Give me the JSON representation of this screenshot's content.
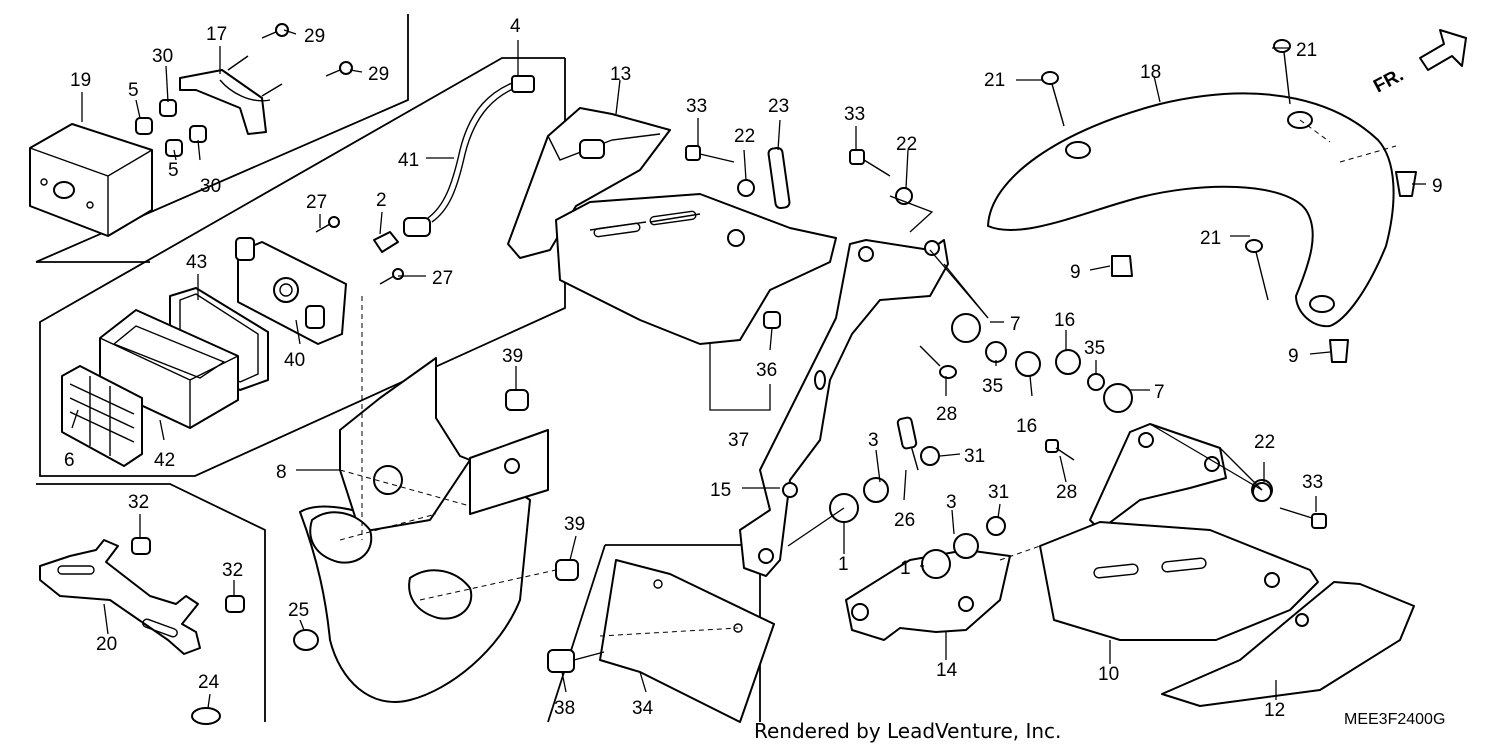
{
  "callouts": [
    {
      "id": "c19",
      "label": "19"
    },
    {
      "id": "c17",
      "label": "17"
    },
    {
      "id": "c29a",
      "label": "29"
    },
    {
      "id": "c29b",
      "label": "29"
    },
    {
      "id": "c30a",
      "label": "30"
    },
    {
      "id": "c5a",
      "label": "5"
    },
    {
      "id": "c5b",
      "label": "5"
    },
    {
      "id": "c30b",
      "label": "30"
    },
    {
      "id": "c4",
      "label": "4"
    },
    {
      "id": "c41",
      "label": "41"
    },
    {
      "id": "c2",
      "label": "2"
    },
    {
      "id": "c27a",
      "label": "27"
    },
    {
      "id": "c27b",
      "label": "27"
    },
    {
      "id": "c43",
      "label": "43"
    },
    {
      "id": "c40",
      "label": "40"
    },
    {
      "id": "c6",
      "label": "6"
    },
    {
      "id": "c42",
      "label": "42"
    },
    {
      "id": "c13",
      "label": "13"
    },
    {
      "id": "c33a",
      "label": "33"
    },
    {
      "id": "c22a",
      "label": "22"
    },
    {
      "id": "c23",
      "label": "23"
    },
    {
      "id": "c33b",
      "label": "33"
    },
    {
      "id": "c22b",
      "label": "22"
    },
    {
      "id": "c36",
      "label": "36"
    },
    {
      "id": "c37",
      "label": "37"
    },
    {
      "id": "c39a",
      "label": "39"
    },
    {
      "id": "c8",
      "label": "8"
    },
    {
      "id": "c15",
      "label": "15"
    },
    {
      "id": "c28a",
      "label": "28"
    },
    {
      "id": "c7a",
      "label": "7"
    },
    {
      "id": "c35a",
      "label": "35"
    },
    {
      "id": "c16a",
      "label": "16"
    },
    {
      "id": "c16b",
      "label": "16"
    },
    {
      "id": "c35b",
      "label": "35"
    },
    {
      "id": "c7b",
      "label": "7"
    },
    {
      "id": "c18",
      "label": "18"
    },
    {
      "id": "c21a",
      "label": "21"
    },
    {
      "id": "c21b",
      "label": "21"
    },
    {
      "id": "c21c",
      "label": "21"
    },
    {
      "id": "c9a",
      "label": "9"
    },
    {
      "id": "c9b",
      "label": "9"
    },
    {
      "id": "c9c",
      "label": "9"
    },
    {
      "id": "c3a",
      "label": "3"
    },
    {
      "id": "c31a",
      "label": "31"
    },
    {
      "id": "c26",
      "label": "26"
    },
    {
      "id": "c1a",
      "label": "1"
    },
    {
      "id": "c3b",
      "label": "3"
    },
    {
      "id": "c31b",
      "label": "31"
    },
    {
      "id": "c1b",
      "label": "1"
    },
    {
      "id": "c28b",
      "label": "28"
    },
    {
      "id": "c22c",
      "label": "22"
    },
    {
      "id": "c33c",
      "label": "33"
    },
    {
      "id": "c14",
      "label": "14"
    },
    {
      "id": "c10",
      "label": "10"
    },
    {
      "id": "c12",
      "label": "12"
    },
    {
      "id": "c32a",
      "label": "32"
    },
    {
      "id": "c32b",
      "label": "32"
    },
    {
      "id": "c20",
      "label": "20"
    },
    {
      "id": "c24",
      "label": "24"
    },
    {
      "id": "c25",
      "label": "25"
    },
    {
      "id": "c39b",
      "label": "39"
    },
    {
      "id": "c38",
      "label": "38"
    },
    {
      "id": "c34",
      "label": "34"
    }
  ],
  "direction_label": "FR.",
  "footer": {
    "credit": "Rendered by LeadVenture, Inc.",
    "diagram_code": "MEE3F2400G"
  },
  "colors": {
    "line": "#000000",
    "background": "#ffffff"
  }
}
